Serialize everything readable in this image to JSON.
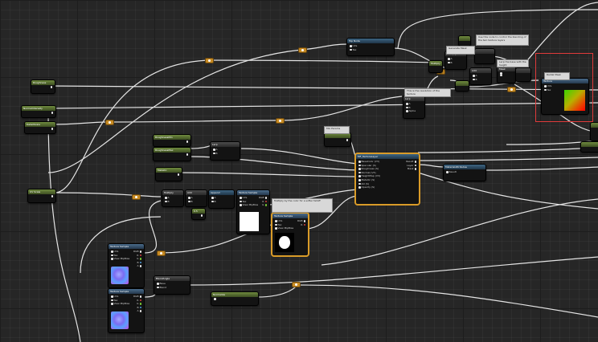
{
  "colors": {
    "background": "#262626",
    "grid_major": "#1d1d1d",
    "wire": "#e4e4e4",
    "reroute": "#c78a22",
    "selection": "#d99b28",
    "highlight": "#e03a3a",
    "header_green": "#6f8a3e",
    "header_blue": "#3e6582"
  },
  "icons": {
    "reroute": "reroute-knot-icon",
    "pin": "pin-circle-icon"
  },
  "nodes": {
    "param_a": {
      "title": "Roughness",
      "out_pin": ""
    },
    "param_b": {
      "title": "NormalIntensity",
      "out_pin": ""
    },
    "param_c": {
      "title": "DetailScale",
      "out_pin": ""
    },
    "uv_node": {
      "title": "UV Scale",
      "out_pin": ""
    },
    "const_a": {
      "title": "RoughnessMin",
      "out_pin": ""
    },
    "const_b": {
      "title": "RoughnessMax",
      "out_pin": ""
    },
    "const_c": {
      "title": "Metallic",
      "out_pin": ""
    },
    "lerp_top": {
      "title": "Lerp",
      "pin_a": "A",
      "pin_b": "B"
    },
    "multiply_a": {
      "title": "Multiply",
      "pin_a": "A",
      "pin_b": "B"
    },
    "multiply_b": {
      "title": "Add",
      "pin_a": "A",
      "pin_b": "B"
    },
    "append_a": {
      "title": "Append",
      "pin_a": "A",
      "pin_b": "B"
    },
    "small_a": {
      "title": "0.5",
      "pin_a": ""
    },
    "tex_white": {
      "title": "Texture Sample",
      "pins": [
        "UVs",
        "Tex",
        "View MipBias"
      ],
      "outs": [
        "RGB",
        "R",
        "G",
        "B",
        "A"
      ]
    },
    "tex_circle": {
      "title": "Texture Sample",
      "pins": [
        "UVs",
        "Tex",
        "View MipBias"
      ],
      "outs": [
        "RGB",
        "R",
        "G",
        "B",
        "A"
      ]
    },
    "tex_normal_a": {
      "title": "Texture Sample",
      "pins": [
        "UVs",
        "Tex",
        "View MipBias"
      ],
      "outs": [
        "RGB",
        "R",
        "G",
        "B",
        "A"
      ]
    },
    "tex_normal_b": {
      "title": "Texture Sample",
      "pins": [
        "UVs",
        "Tex",
        "View MipBias"
      ],
      "outs": [
        "RGB",
        "R",
        "G",
        "B",
        "A"
      ]
    },
    "blend_node": {
      "title": "BlendAngle",
      "pins": [
        "Base",
        "Blend"
      ]
    },
    "bottom_node": {
      "title": "Normalize",
      "pins": [
        ""
      ]
    },
    "main_func": {
      "title": "MF_TextureLayer",
      "inputs": [
        "BaseColor (V3)",
        "Specular (S)",
        "Roughness (S)",
        "Normal (V3)",
        "HeightMap (V3)",
        "Metallic (S)",
        "AO (S)",
        "Opacity (S)"
      ],
      "outputs": [
        "Result",
        "Layer",
        "Mask"
      ]
    },
    "out_func": {
      "title": "MaterialAttributes",
      "pin": "Result"
    },
    "top_func": {
      "title": "Top Node",
      "pin_a": "UVs",
      "pin_b": "Tex"
    },
    "lerp_right": {
      "title": "Lerp",
      "pins": [
        "A",
        "B",
        "Alpha"
      ]
    },
    "mul_right_a": {
      "title": "Multiply",
      "pin_a": "A",
      "pin_b": "B"
    },
    "mul_right_b": {
      "title": "Multiply",
      "pin_a": "A",
      "pin_b": "B"
    },
    "mul_right_c": {
      "title": "Add",
      "pin_a": "A",
      "pin_b": "B"
    },
    "tiny_top": {
      "title": ""
    },
    "preview_node": {
      "title": "Texture",
      "pins": [
        "UVs",
        "Tex"
      ]
    },
    "cut_node_a": {
      "title": ""
    },
    "cut_node_b": {
      "title": ""
    },
    "small_b": {
      "title": ""
    },
    "mask_node": {
      "title": "Mask",
      "pins": [
        "",
        ""
      ]
    }
  },
  "comments": {
    "c1": "Generate Mask",
    "c2": "Use this node to control the blending of the two texture layers",
    "c3": "Multiply by the color for a softer falloff",
    "c4": "This is the resolution of the texture",
    "c5": "Mix Params",
    "c6": "Lerp the base with the height",
    "c7": "Radial Mask"
  }
}
